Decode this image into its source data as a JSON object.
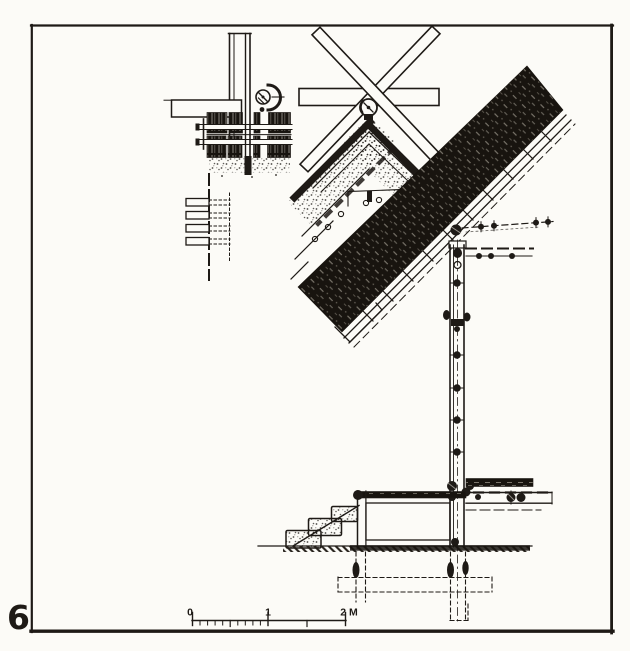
{
  "figure_label": "6",
  "scale_bar": {
    "tick_labels": [
      "0",
      "1",
      "2 M"
    ]
  },
  "colors": {
    "ink": "#1e1a16",
    "paper": "#fcfbf7",
    "dark_fill": "#18140f"
  }
}
